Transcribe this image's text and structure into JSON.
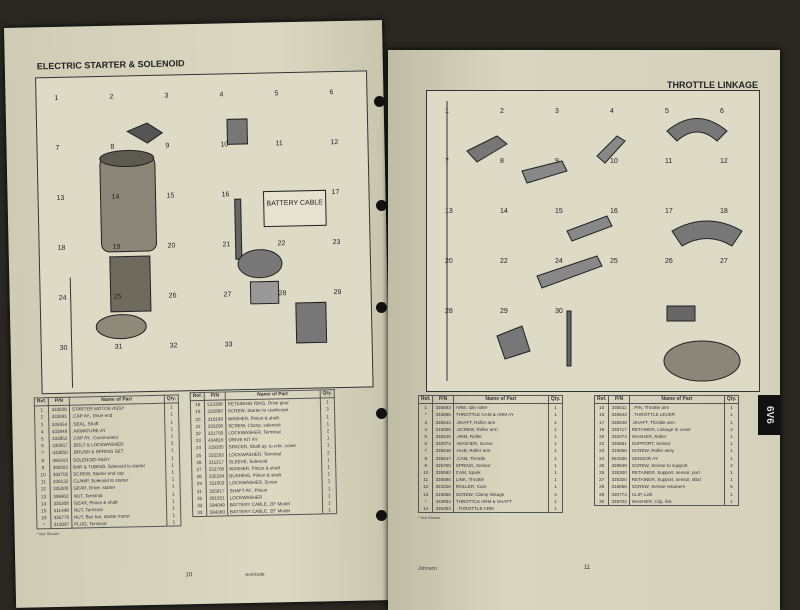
{
  "left_page": {
    "title": "ELECTRIC STARTER & SOLENOID",
    "page_number": "10",
    "footer": "evinrude",
    "battery_label": "BATTERY CABLE",
    "callouts": [
      "1",
      "2",
      "3",
      "4",
      "5",
      "6",
      "7",
      "8",
      "9",
      "10",
      "11",
      "12",
      "13",
      "14",
      "15",
      "16",
      "17",
      "18",
      "19",
      "20",
      "21",
      "22",
      "23",
      "24",
      "25",
      "26",
      "27",
      "28",
      "29",
      "30",
      "31",
      "32",
      "33"
    ],
    "tables": [
      {
        "headers": [
          "Ref.",
          "P/N",
          "Name of Part",
          "Qty."
        ],
        "rows": [
          [
            "1",
            "432828",
            "STARTER MOTOR ASSY",
            "1"
          ],
          [
            "2",
            "433691",
            ".CAP AY., Drive end",
            "1"
          ],
          [
            "3",
            "335654",
            ".SEAL, Shaft",
            "1"
          ],
          [
            "4",
            "433849",
            ".ARMATURE AY",
            "1"
          ],
          [
            "5",
            "433852",
            ".CAP AY., Commutator",
            "1"
          ],
          [
            "6",
            "335957",
            ".BOLT & LOCKWASHER",
            "2"
          ],
          [
            "7",
            "433850",
            ".BRUSH & SPRING SET",
            "1"
          ],
          [
            "8",
            "385419",
            "SOLENOID ASSY",
            "1"
          ],
          [
            "9",
            "392655",
            "BAR & TUBING, Solenoid to starter",
            "1"
          ],
          [
            "10",
            "392702",
            "SCREW, Starter end cap",
            "1"
          ],
          [
            "11",
            "336132",
            "CLAMP, Solenoid to starter",
            "1"
          ],
          [
            "12",
            "335309",
            "GEAR, Drive, starter",
            "1"
          ],
          [
            "13",
            "306902",
            "NUT, Terminal",
            "1"
          ],
          [
            "14",
            "335308",
            "GEAR, Pinion & shaft",
            "1"
          ],
          [
            "15",
            "511448",
            "NUT, Terminal",
            "1"
          ],
          [
            "16",
            "335776",
            "NUT, Bus bar, starter motor",
            "1"
          ],
          [
            "*",
            "315097",
            "PLUG, Terminal",
            "1"
          ]
        ]
      },
      {
        "headers": [
          "Ref.",
          "P/N",
          "Name of Part",
          "Qty."
        ],
        "rows": [
          [
            "18",
            "513308",
            "RETAINING RING, Drive gear",
            "1"
          ],
          [
            "19",
            "322890",
            "SCREW, Starter to crankcase",
            "3"
          ],
          [
            "20",
            "318189",
            "WASHER, Pinion & shaft",
            "1"
          ],
          [
            "21",
            "335290",
            "SCREW, Clamp, solenoid",
            "1"
          ],
          [
            "22",
            "321750",
            "LOCKWASHER, Terminal",
            "2"
          ],
          [
            "23",
            "434616",
            "DRIVE KIT AY",
            "1"
          ],
          [
            "24",
            "318295",
            "SPACER, Shaft ay. to crkc. cover",
            "1"
          ],
          [
            "25",
            "332293",
            "LOCKWASHER, Terminal",
            "2"
          ],
          [
            "26",
            "311217",
            "SLEEVE, Solenoid",
            "1"
          ],
          [
            "27",
            "552706",
            "WASHER, Pinion & shaft",
            "1"
          ],
          [
            "28",
            "335294",
            "BUSHING, Pinion & shaft",
            "1"
          ],
          [
            "29",
            "331003",
            "LOCKWASHER, Screw",
            "1"
          ],
          [
            "31",
            "335617",
            "SHAFT AY., Pinion",
            "1"
          ],
          [
            "32",
            "301551",
            "LOCKWASHER",
            "1"
          ],
          [
            "33",
            "584049",
            "BATTERY CABLE, 20\" Model",
            "1"
          ],
          [
            "33",
            "584360",
            "BATTERY CABLE, 25\" Model",
            "1"
          ]
        ]
      }
    ],
    "note": "* Not Shown"
  },
  "right_page": {
    "title": "THROTTLE LINKAGE",
    "page_number": "11",
    "footer": "Johnson",
    "tab_label": "6V6",
    "callouts": [
      "1",
      "2",
      "3",
      "4",
      "5",
      "6",
      "7",
      "8",
      "9",
      "10",
      "11",
      "12",
      "13",
      "14",
      "15",
      "16",
      "17",
      "18",
      "20",
      "22",
      "24",
      "25",
      "26",
      "27",
      "28",
      "29",
      "30"
    ],
    "tables": [
      {
        "headers": [
          "Ref.",
          "P/N",
          "Name of Part",
          "Qty."
        ],
        "rows": [
          [
            "1",
            "335593",
            "ARM, Idle roller",
            "1"
          ],
          [
            "*",
            "433895",
            "THROTTLE CAM & ARM AY",
            "1"
          ],
          [
            "3",
            "335544",
            ".SHAFT, Roller arm",
            "1"
          ],
          [
            "4",
            "315856",
            ".SCREW, Roller arm",
            "1"
          ],
          [
            "5",
            "335545",
            ".ARM, Roller",
            "1"
          ],
          [
            "6",
            "332074",
            ".WASHER, Screw",
            "1"
          ],
          [
            "7",
            "335546",
            ".HUB, Roller arm",
            "1"
          ],
          [
            "8",
            "335547",
            ".CAM, Throttle",
            "1"
          ],
          [
            "9",
            "335700",
            "SPRING, Sensor",
            "1"
          ],
          [
            "10",
            "335592",
            "CAM, Spark",
            "1"
          ],
          [
            "11",
            "335595",
            "LINK, Throttle",
            "1"
          ],
          [
            "12",
            "323326",
            "ROLLER, Cam",
            "1"
          ],
          [
            "13",
            "315856",
            "SCREW, Clamp linkage",
            "4"
          ],
          [
            "*",
            "433884",
            "THROTTLE ARM & SHAFT",
            "1"
          ],
          [
            "14",
            "335383",
            ". THROTTLE ARM",
            "1"
          ]
        ]
      },
      {
        "headers": [
          "Ref.",
          "P/N",
          "Name of Part",
          "Qty."
        ],
        "rows": [
          [
            "15",
            "335511",
            ". PIN, Throttle arm",
            "1"
          ],
          [
            "16",
            "335543",
            ". THROTTLE LEVER",
            "1"
          ],
          [
            "17",
            "335548",
            ".SHAFT, Throttle arm",
            "1"
          ],
          [
            "18",
            "335717",
            "RETAINER, Linkage to cover",
            "2"
          ],
          [
            "20",
            "332074",
            "WASHER, Roller",
            "1"
          ],
          [
            "22",
            "335591",
            "SUPPORT, Sensor",
            "1"
          ],
          [
            "23",
            "315656",
            "SCREW, Roller assy",
            "1"
          ],
          [
            "24",
            "584265",
            "SENSOR AY",
            "1"
          ],
          [
            "25",
            "328649",
            "SCREW, Sensor to support",
            "2"
          ],
          [
            "26",
            "335300",
            "RETAINER, Support, sensor, port",
            "1"
          ],
          [
            "27",
            "335320",
            "RETAINER, Support, sensor, stbd",
            "1"
          ],
          [
            "28",
            "315856",
            "SCREW, Sensor retainers",
            "5"
          ],
          [
            "29",
            "330774",
            "CLIP, Link",
            "1"
          ],
          [
            "30",
            "328702",
            "WASHER, Clip, link",
            "1"
          ]
        ]
      }
    ],
    "note": "* Not Shown"
  }
}
